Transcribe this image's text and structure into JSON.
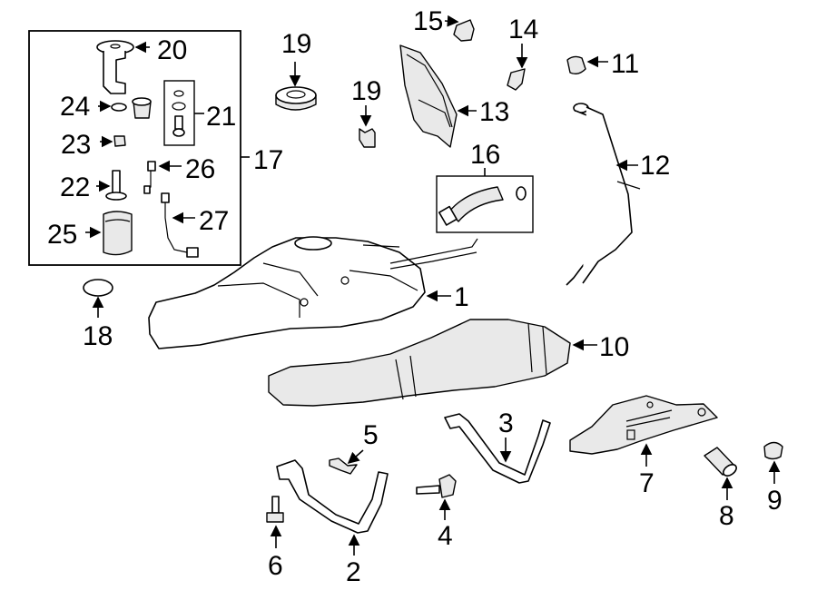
{
  "diagram": {
    "callouts": {
      "c1": "1",
      "c2": "2",
      "c3": "3",
      "c4": "4",
      "c5": "5",
      "c6": "6",
      "c7": "7",
      "c8": "8",
      "c9": "9",
      "c10": "10",
      "c11": "11",
      "c12": "12",
      "c13": "13",
      "c14": "14",
      "c15": "15",
      "c16": "16",
      "c17": "17",
      "c18": "18",
      "c19a": "19",
      "c19b": "19",
      "c20": "20",
      "c21": "21",
      "c22": "22",
      "c23": "23",
      "c24": "24",
      "c25": "25",
      "c26": "26",
      "c27": "27"
    },
    "line_color": "#000000",
    "background": "#ffffff"
  }
}
